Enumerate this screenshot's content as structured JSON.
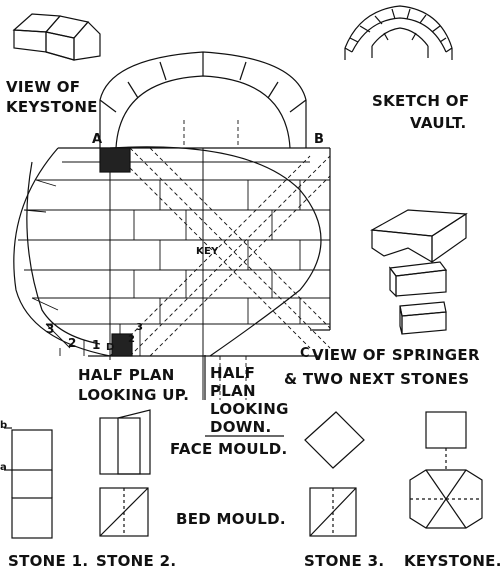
{
  "labels": {
    "view_of_keystone": [
      "VIEW OF",
      "KEYSTONE"
    ],
    "sketch_of_vault": [
      "SKETCH OF",
      "VAULT."
    ],
    "point_a": "A",
    "point_b": "B",
    "point_c": "C",
    "point_d": "D",
    "key": "KEY",
    "course_numbers": [
      "3",
      "2",
      "1",
      "2",
      "3"
    ],
    "half_plan_looking_up": [
      "HALF PLAN",
      "LOOKING UP."
    ],
    "half_plan_looking_down": [
      "HALF",
      "PLAN",
      "LOOKING",
      "DOWN."
    ],
    "view_of_springer": [
      "VIEW OF SPRINGER",
      "& TWO NEXT STONES"
    ],
    "face_mould": "FACE MOULD.",
    "bed_mould": "BED MOULD.",
    "mould_a": "a",
    "mould_b": "b",
    "stones": [
      "STONE 1.",
      "STONE 2.",
      "STONE 3.",
      "KEYSTONE."
    ]
  },
  "colors": {
    "ink": "#111111",
    "paper": "#ffffff"
  }
}
